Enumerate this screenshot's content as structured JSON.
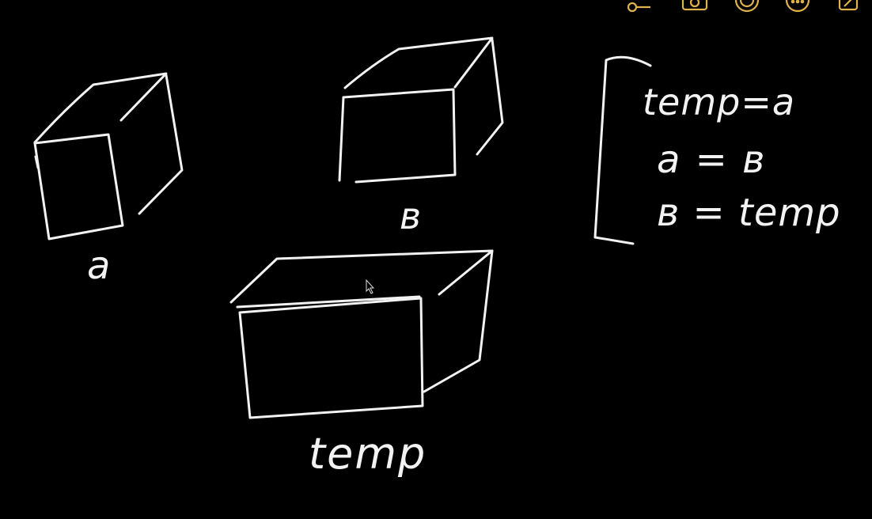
{
  "colors": {
    "background": "#000000",
    "ink": "#f2f2f2",
    "toolbar_ink": "#e0b24a"
  },
  "labels": {
    "a": "a",
    "b": "в",
    "temp": "temp"
  },
  "code": {
    "line1": "temp=a",
    "line2": "a = в",
    "line3": "в = temp"
  },
  "toolbar": {
    "icons": [
      "key-icon",
      "camera-icon",
      "emoji-icon",
      "more-icon",
      "expand-icon"
    ]
  }
}
